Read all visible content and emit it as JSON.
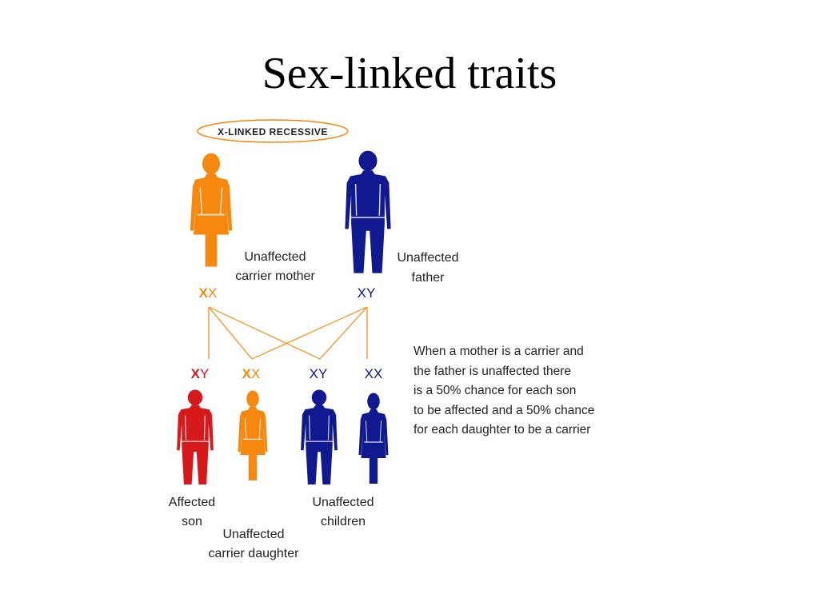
{
  "title": "Sex-linked traits",
  "badge": "X-LINKED RECESSIVE",
  "colors": {
    "carrier": "#f7880f",
    "affected": "#d7191c",
    "unaffected": "#10198f",
    "lines": "#f0a040"
  },
  "parents": {
    "mother": {
      "label": [
        "Unaffected",
        "carrier mother"
      ],
      "chrom_first": "X",
      "chrom_second": "X"
    },
    "father": {
      "label": [
        "Unaffected",
        "father"
      ],
      "chrom_first": "X",
      "chrom_second": "Y"
    }
  },
  "children": [
    {
      "chrom_first": "X",
      "chrom_second": "Y"
    },
    {
      "chrom_first": "X",
      "chrom_second": "X"
    },
    {
      "chrom_first": "X",
      "chrom_second": "Y"
    },
    {
      "chrom_first": "X",
      "chrom_second": "X"
    }
  ],
  "child_labels": {
    "affected_son": [
      "Affected",
      "son"
    ],
    "carrier_daughter": [
      "Unaffected",
      "carrier daughter"
    ],
    "unaffected_children": [
      "Unaffected",
      "children"
    ]
  },
  "explanation": [
    "When a mother is a carrier and",
    "the father is unaffected there",
    "is a 50% chance for each son",
    "to be affected and a 50% chance",
    "for each daughter to be a carrier"
  ]
}
